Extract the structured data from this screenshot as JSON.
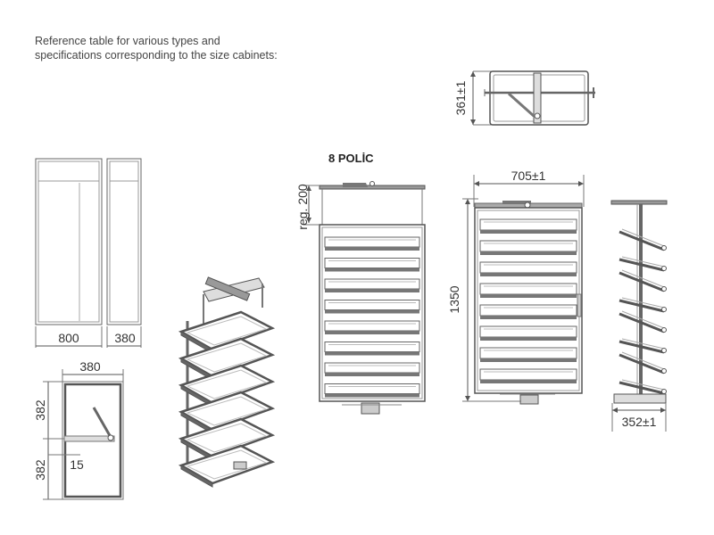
{
  "intro": {
    "line1": "Reference table for various types and",
    "line2": "specifications corresponding to the size cabinets:"
  },
  "title": "8 POLİC",
  "dimensions": {
    "cabinet_width": "800",
    "cabinet_side": "380",
    "plan_width": "380",
    "plan_upper": "382",
    "plan_lower": "382",
    "plan_offset": "15",
    "adjust": "reg. 200",
    "height": "1350",
    "frame_width": "705±1",
    "top_depth": "361±1",
    "side_depth": "352±1"
  },
  "colors": {
    "line": "#555555",
    "shelf_dark": "#555555",
    "shelf_light": "#bbbbbb",
    "frame": "#888888"
  }
}
